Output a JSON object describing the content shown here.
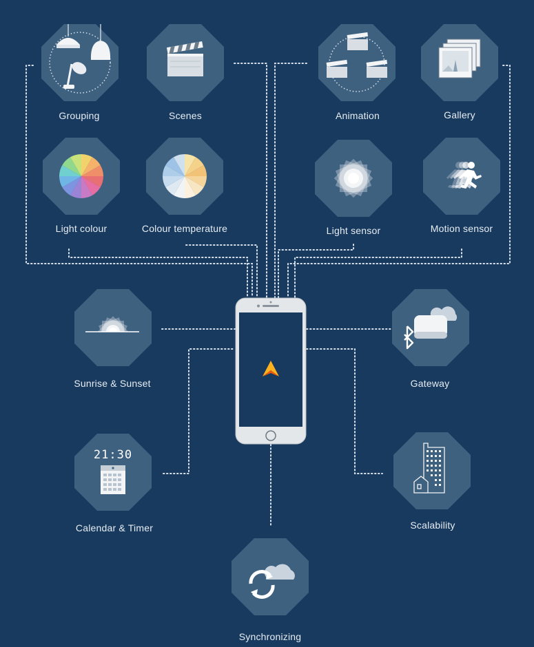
{
  "features": {
    "grouping": {
      "label": "Grouping",
      "icon": "pendant-lamps-icon"
    },
    "scenes": {
      "label": "Scenes",
      "icon": "clapperboard-icon"
    },
    "animation": {
      "label": "Animation",
      "icon": "clapperboard-cycle-icon"
    },
    "gallery": {
      "label": "Gallery",
      "icon": "photo-stack-icon"
    },
    "light_colour": {
      "label": "Light colour",
      "icon": "color-wheel-icon"
    },
    "colour_temperature": {
      "label": "Colour temperature",
      "icon": "temperature-wheel-icon"
    },
    "light_sensor": {
      "label": "Light sensor",
      "icon": "light-burst-icon"
    },
    "motion_sensor": {
      "label": "Motion sensor",
      "icon": "running-figure-icon"
    },
    "sunrise_sunset": {
      "label": "Sunrise & Sunset",
      "icon": "sunrise-icon"
    },
    "gateway": {
      "label": "Gateway",
      "icon": "bluetooth-gateway-icon"
    },
    "calendar_timer": {
      "label": "Calendar & Timer",
      "icon": "calendar-clock-icon",
      "clock_text": "21:30"
    },
    "scalability": {
      "label": "Scalability",
      "icon": "buildings-icon"
    },
    "synchronizing": {
      "label": "Synchronizing",
      "icon": "cloud-sync-icon"
    }
  },
  "colors": {
    "background": "#183a5e",
    "octagon": "#3f6180",
    "connector": "#d8e2ec",
    "screen": "#183a5e",
    "logo_top": "#ffb21f",
    "logo_bottom": "#e85a12"
  }
}
